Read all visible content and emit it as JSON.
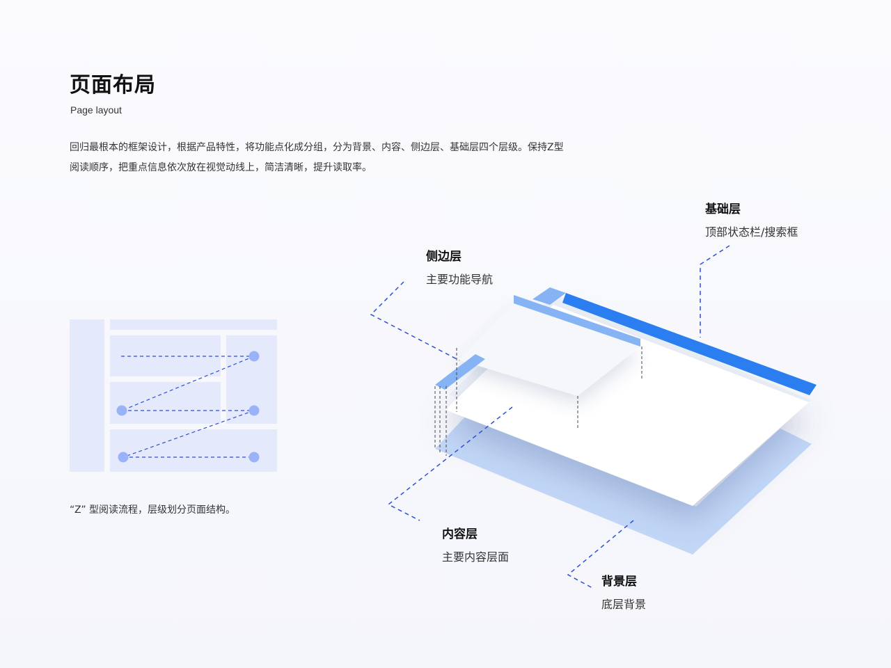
{
  "header": {
    "title": "页面布局",
    "subtitle": "Page layout",
    "description": "回归最根本的框架设计，根据产品特性，将功能点化成分组，分为背景、内容、侧边层、基础层四个层级。保持Z型阅读顺序，把重点信息依次放在视觉动线上，简洁清晰，提升读取率。"
  },
  "wireframe": {
    "caption": "“Z” 型阅读流程，层级划分页面结构。"
  },
  "layers": [
    {
      "id": "base",
      "title": "基础层",
      "desc": "顶部状态栏/搜索框"
    },
    {
      "id": "side",
      "title": "侧边层",
      "desc": "主要功能导航"
    },
    {
      "id": "content",
      "title": "内容层",
      "desc": "主要内容层面"
    },
    {
      "id": "background",
      "title": "背景层",
      "desc": "底层背景"
    }
  ],
  "colors": {
    "accent": "#2a7ef0",
    "accent_light": "#86b3f3",
    "background_layer": "#c3d7f7",
    "wireframe_block": "#e4e9fb",
    "dash_line": "#2d4fd6",
    "dot": "#9ab2f7"
  }
}
